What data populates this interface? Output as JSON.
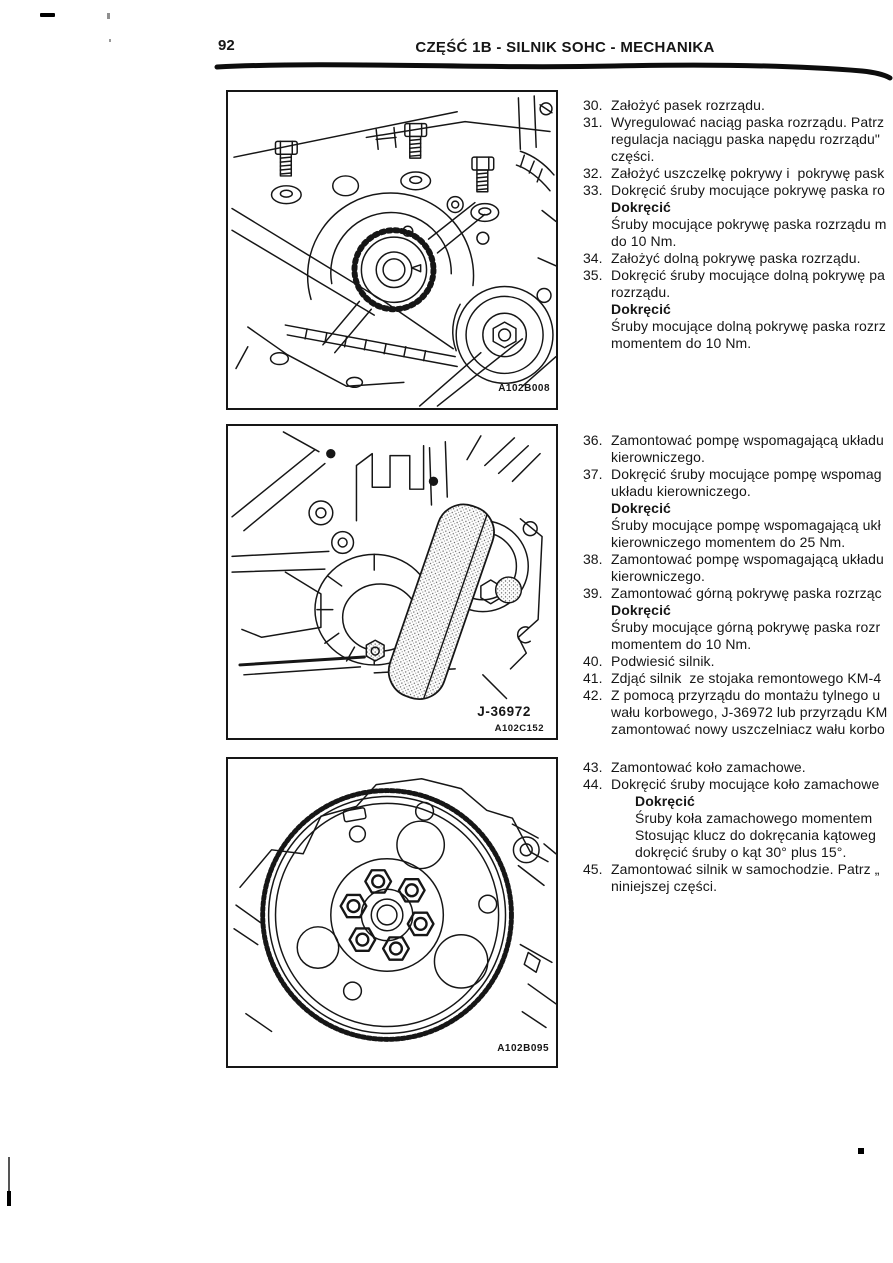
{
  "page": {
    "number": "92",
    "header_title": "CZĘŚĆ 1B - SILNIK SOHC - MECHANIKA"
  },
  "figures": [
    {
      "name": "timing-belt-cover-bolts",
      "code": "A102B008"
    },
    {
      "name": "rear-crank-seal-installer",
      "callout": "J-36972",
      "code": "A102C152"
    },
    {
      "name": "flywheel",
      "code": "A102B095"
    }
  ],
  "steps": {
    "groups": [
      {
        "items": [
          {
            "num": "30",
            "lines": [
              {
                "text": "Założyć pasek rozrządu."
              }
            ]
          },
          {
            "num": "31",
            "lines": [
              {
                "text": "Wyregulować naciąg paska rozrządu. Patrz"
              },
              {
                "text": "regulacja naciągu paska napędu rozrządu\""
              },
              {
                "text": "części."
              }
            ]
          },
          {
            "num": "32",
            "lines": [
              {
                "text": "Założyć uszczelkę pokrywy i  pokrywę pask"
              }
            ]
          },
          {
            "num": "33",
            "lines": [
              {
                "text": "Dokręcić śruby mocujące pokrywę paska ro"
              },
              {
                "text": "Dokręcić",
                "bold": true
              },
              {
                "text": "Śruby mocujące pokrywę paska rozrządu m"
              },
              {
                "text": "do 10 Nm."
              }
            ]
          },
          {
            "num": "34",
            "lines": [
              {
                "text": "Założyć dolną pokrywę paska rozrządu."
              }
            ]
          },
          {
            "num": "35",
            "lines": [
              {
                "text": "Dokręcić śruby mocujące dolną pokrywę pa"
              },
              {
                "text": "rozrządu."
              },
              {
                "text": "Dokręcić",
                "bold": true
              },
              {
                "text": "Śruby mocujące dolną pokrywę paska rozrz"
              },
              {
                "text": "momentem do 10 Nm."
              }
            ]
          }
        ]
      },
      {
        "items": [
          {
            "num": "36",
            "lines": [
              {
                "text": "Zamontować pompę wspomagającą układu"
              },
              {
                "text": "kierowniczego."
              }
            ]
          },
          {
            "num": "37",
            "lines": [
              {
                "text": "Dokręcić śruby mocujące pompę wspomag"
              },
              {
                "text": "układu kierowniczego."
              },
              {
                "text": "Dokręcić",
                "bold": true
              },
              {
                "text": "Śruby mocujące pompę wspomagającą ukł"
              },
              {
                "text": "kierowniczego momentem do 25 Nm."
              }
            ]
          },
          {
            "num": "38",
            "lines": [
              {
                "text": "Zamontować pompę wspomagającą układu"
              },
              {
                "text": "kierowniczego."
              }
            ]
          },
          {
            "num": "39",
            "lines": [
              {
                "text": "Zamontować górną pokrywę paska rozrząc"
              },
              {
                "text": "Dokręcić",
                "bold": true
              },
              {
                "text": "Śruby mocujące górną pokrywę paska rozr"
              },
              {
                "text": "momentem do 10 Nm."
              }
            ]
          },
          {
            "num": "40",
            "lines": [
              {
                "text": "Podwiesić silnik."
              }
            ]
          },
          {
            "num": "41",
            "lines": [
              {
                "text": "Zdjąć silnik  ze stojaka remontowego KM-4"
              }
            ]
          },
          {
            "num": "42",
            "lines": [
              {
                "text": "Z pomocą przyrządu do montażu tylnego u"
              },
              {
                "text": "wału korbowego, J-36972 lub przyrządu KM"
              },
              {
                "text": "zamontować nowy uszczelniacz wału korbo"
              }
            ]
          }
        ]
      },
      {
        "items": [
          {
            "num": "43",
            "lines": [
              {
                "text": "Zamontować koło zamachowe."
              }
            ]
          },
          {
            "num": "44",
            "lines": [
              {
                "text": "Dokręcić śruby mocujące koło zamachowe"
              },
              {
                "text": "Dokręcić",
                "bold": true,
                "indent2": true
              },
              {
                "text": "Śruby koła zamachowego momentem",
                "indent2": true
              },
              {
                "text": "Stosując klucz do dokręcania kątoweg",
                "indent2": true
              },
              {
                "text": "dokręcić śruby o kąt 30° plus 15°.",
                "indent2": true
              }
            ]
          },
          {
            "num": "45",
            "lines": [
              {
                "text": "Zamontować silnik w samochodzie. Patrz „"
              },
              {
                "text": "niniejszej części."
              }
            ]
          }
        ]
      }
    ]
  }
}
